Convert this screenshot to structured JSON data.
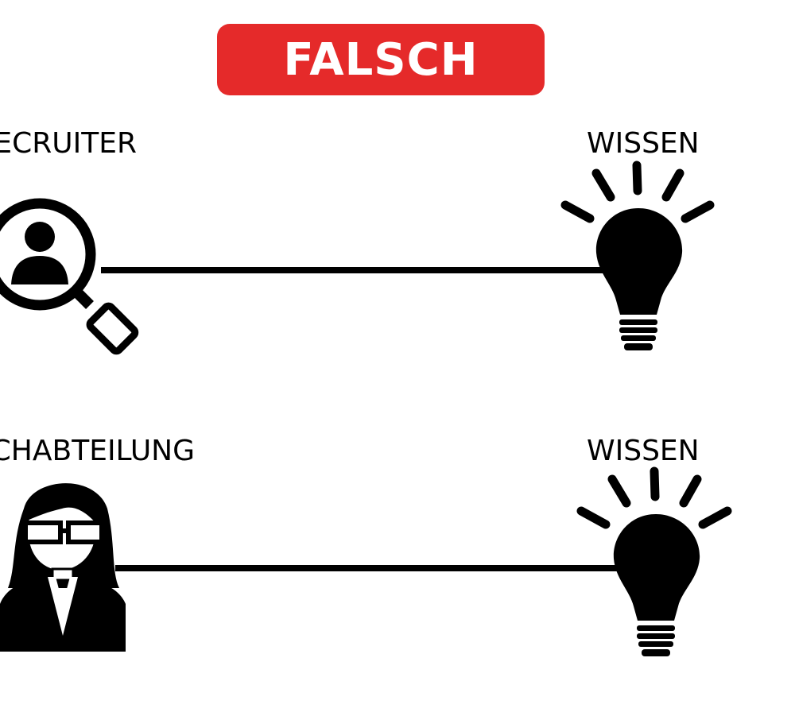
{
  "badge": {
    "label": "FALSCH",
    "color": "#e52a2a"
  },
  "rows": [
    {
      "left_label": "ECRUITER",
      "right_label": "WISSEN",
      "left_icon": "recruiter-search-icon",
      "right_icon": "lightbulb-icon"
    },
    {
      "left_label": "CHABTEILUNG",
      "right_label": "WISSEN",
      "left_icon": "businesswoman-icon",
      "right_icon": "lightbulb-icon"
    }
  ]
}
